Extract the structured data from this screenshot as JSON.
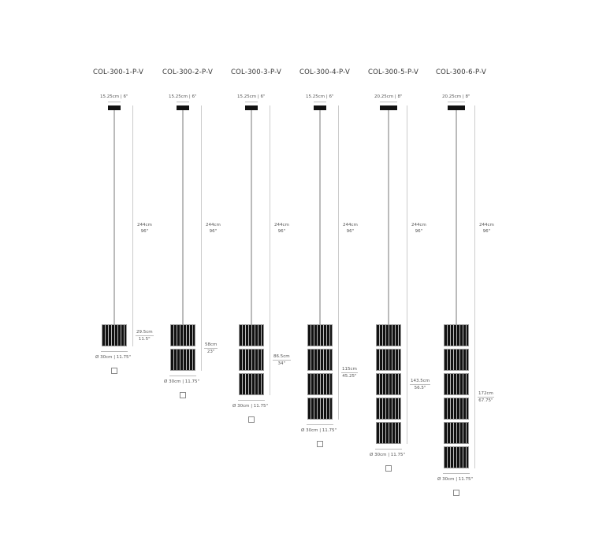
{
  "models": [
    {
      "name": "COL-300-1-P-V",
      "canopy": "15.25cm | 6\"",
      "cable_cm": "244cm",
      "cable_in": "96\"",
      "height_cm": "29.5cm",
      "height_in": "11.5\"",
      "diameter": "Ø 30cm | 11.75\"",
      "modules": 1
    },
    {
      "name": "COL-300-2-P-V",
      "canopy": "15.25cm | 6\"",
      "cable_cm": "244cm",
      "cable_in": "96\"",
      "height_cm": "58cm",
      "height_in": "23\"",
      "diameter": "Ø 30cm | 11.75\"",
      "modules": 2
    },
    {
      "name": "COL-300-3-P-V",
      "canopy": "15.25cm | 6\"",
      "cable_cm": "244cm",
      "cable_in": "96\"",
      "height_cm": "86.5cm",
      "height_in": "34\"",
      "diameter": "Ø 30cm | 11.75\"",
      "modules": 3
    },
    {
      "name": "COL-300-4-P-V",
      "canopy": "15.25cm | 6\"",
      "cable_cm": "244cm",
      "cable_in": "96\"",
      "height_cm": "115cm",
      "height_in": "45.25\"",
      "diameter": "Ø 30cm | 11.75\"",
      "modules": 4
    },
    {
      "name": "COL-300-5-P-V",
      "canopy": "20.25cm | 8\"",
      "cable_cm": "244cm",
      "cable_in": "96\"",
      "height_cm": "143.5cm",
      "height_in": "56.5\"",
      "diameter": "Ø 30cm | 11.75\"",
      "modules": 5
    },
    {
      "name": "COL-300-6-P-V",
      "canopy": "20.25cm | 8\"",
      "cable_cm": "244cm",
      "cable_in": "96\"",
      "height_cm": "172cm",
      "height_in": "67.75\"",
      "diameter": "Ø 30cm | 11.75\"",
      "modules": 6
    }
  ],
  "colors": {
    "ink": "#111111",
    "line": "#bbbbbb",
    "text": "#333333",
    "background": "#ffffff"
  }
}
